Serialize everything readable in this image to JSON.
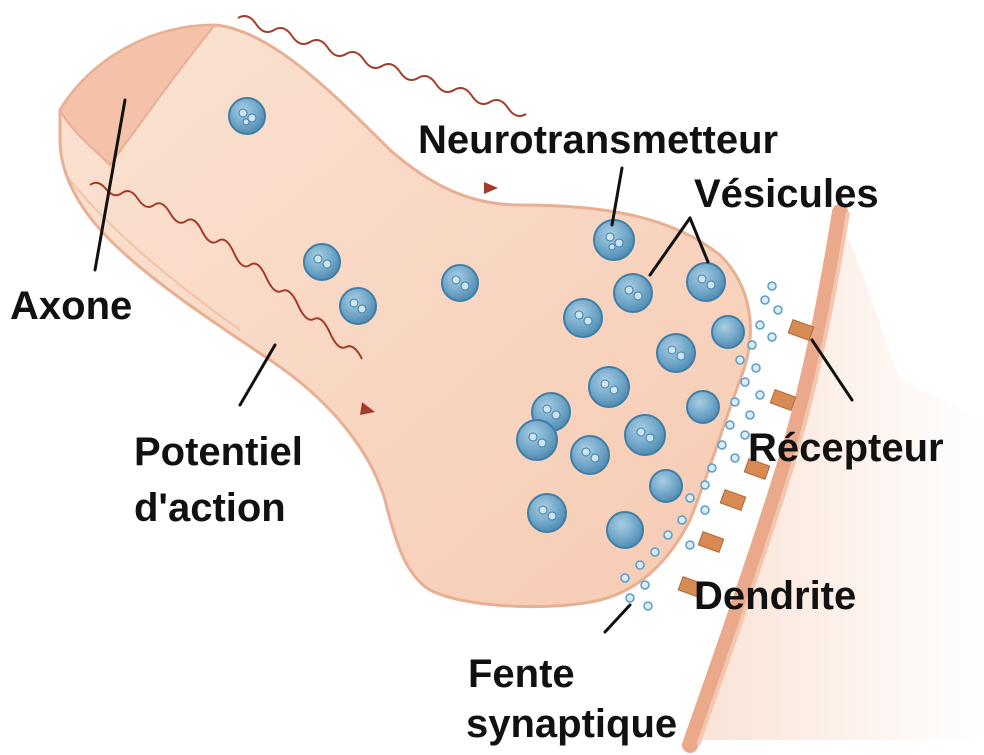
{
  "labels": {
    "neurotransmitter": "Neurotransmetteur",
    "vesicles": "Vésicules",
    "axon": "Axone",
    "action_potential_1": "Potentiel",
    "action_potential_2": "d'action",
    "receptor": "Récepteur",
    "dendrite": "Dendrite",
    "cleft_1": "Fente",
    "cleft_2": "synaptique"
  },
  "colors": {
    "terminal_fill": "#f9d6c1",
    "terminal_outline": "#e8b093",
    "vesicle_fill": "#6fa6c8",
    "vesicle_outline": "#3f7ea6",
    "transmitter": "#8ec3e0",
    "dendrite_fill": "#f7d3c2",
    "receptor": "#d78a52",
    "wave": "#a33b2a",
    "pointer": "#111111"
  }
}
